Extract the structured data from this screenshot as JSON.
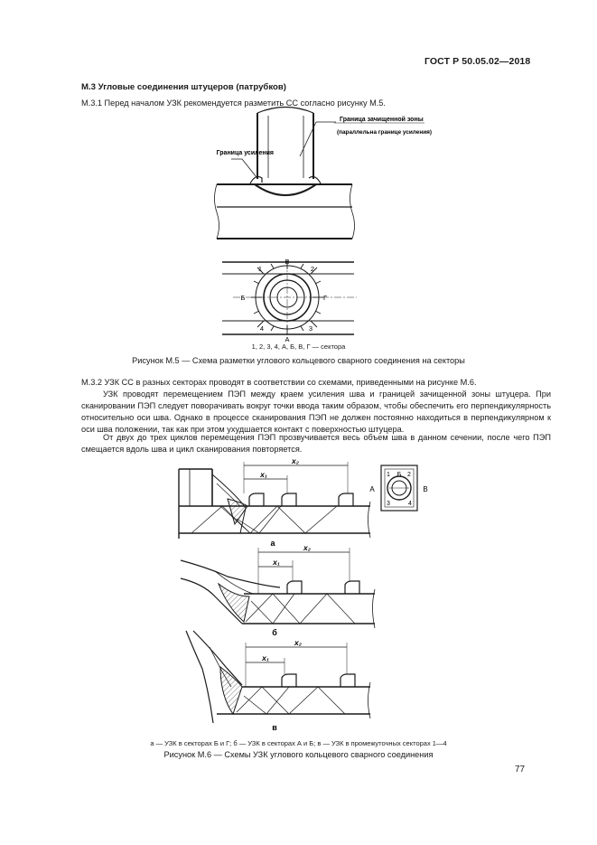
{
  "header": {
    "doc_code": "ГОСТ Р 50.05.02—2018"
  },
  "section": {
    "heading": "М.3 Угловые соединения штуцеров (патрубков)"
  },
  "para_m31": "М.3.1 Перед началом УЗК рекомендуется разметить СС согласно рисунку М.5.",
  "fig5": {
    "label_zone": "Граница зачищенной зоны",
    "label_zone_sub": "(параллельна границе усиления)",
    "label_reinf": "Граница усиления",
    "sectors": {
      "V": "В",
      "B": "Б",
      "G": "Г",
      "A": "А",
      "n1": "1",
      "n2": "2",
      "n3": "3",
      "n4": "4"
    },
    "legend": "1, 2, 3, 4, А, Б, В, Г — сектора",
    "caption": "Рисунок М.5 — Схема разметки углового кольцевого сварного соединения на секторы"
  },
  "para_m32": "М.3.2 УЗК СС в разных секторах проводят в соответствии со схемами, приведенными на рисунке М.6.",
  "para_scan": "УЗК проводят перемещением ПЭП между краем усиления шва и границей зачищенной зоны штуцера. При сканировании ПЭП следует поворачивать вокруг точки ввода таким образом, чтобы обеспечить его перпендикулярность относительно оси шва. Однако в процессе сканирования ПЭП не должен постоянно находиться в перпендикулярном к оси шва положении, так как при этом ухудшается контакт с поверхностью штуцера.",
  "para_cycles": "От двух до трех циклов перемещения ПЭП прозвучивается весь объем шва в данном сечении, после чего ПЭП смещается вдоль шва и цикл сканирования повторяется.",
  "fig6": {
    "x1": "x₁",
    "x2": "x₂",
    "sub_a": "а",
    "sub_b": "б",
    "sub_c": "в",
    "inset": {
      "A": "А",
      "V": "В",
      "n1": "1",
      "B": "Б",
      "n2": "2",
      "n3": "3",
      "n4": "4"
    },
    "legend": "а — УЗК в секторах Б и Г; б — УЗК в секторах А и Б; в — УЗК в промежуточных секторах 1—4",
    "caption": "Рисунок М.6 — Схемы УЗК углового кольцевого сварного соединения"
  },
  "page_number": "77"
}
